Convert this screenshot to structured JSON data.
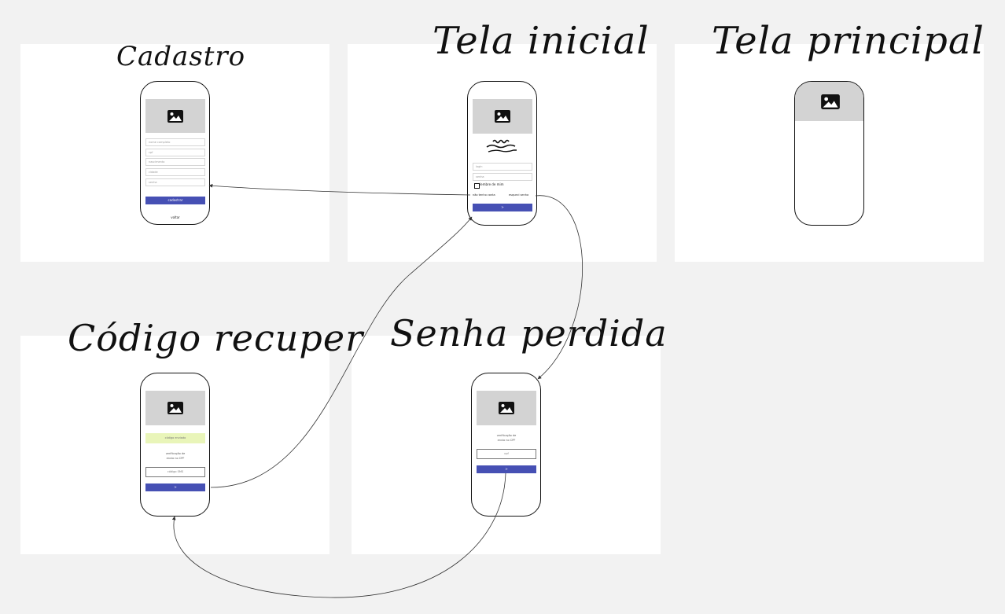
{
  "screens": {
    "cadastro": {
      "title": "Cadastro",
      "fields": [
        "nome completo",
        "cpf",
        "nascimento",
        "cidade",
        "senha"
      ],
      "button": "cadastrar",
      "back": "voltar"
    },
    "tela_inicial": {
      "title": "Tela inicial",
      "fields": [
        "login",
        "senha"
      ],
      "remember": "lembre de mim",
      "no_account": "não tenho conta",
      "forgot": "esqueci senha",
      "button": ">"
    },
    "tela_principal": {
      "title": "Tela principal"
    },
    "codigo_recuper": {
      "title": "Código recuper",
      "banner": "código enviado",
      "info_line1": "verificação de",
      "info_line2": "envio no CPF",
      "code_input": "código SMS",
      "button": ">"
    },
    "senha_perdida": {
      "title": "Senha perdida",
      "info_line1": "verificação de",
      "info_line2": "envio no CPF",
      "input": "cpf",
      "button": ">"
    }
  },
  "icons": [
    "image-placeholder-icon",
    "checkbox-icon",
    "logo-scribble"
  ],
  "colors": {
    "background": "#f2f2f2",
    "frame": "#ffffff",
    "button": "#4650b4",
    "image_placeholder": "#d3d3d3",
    "banner": "#e9f5b9",
    "arrow": "#333333"
  }
}
